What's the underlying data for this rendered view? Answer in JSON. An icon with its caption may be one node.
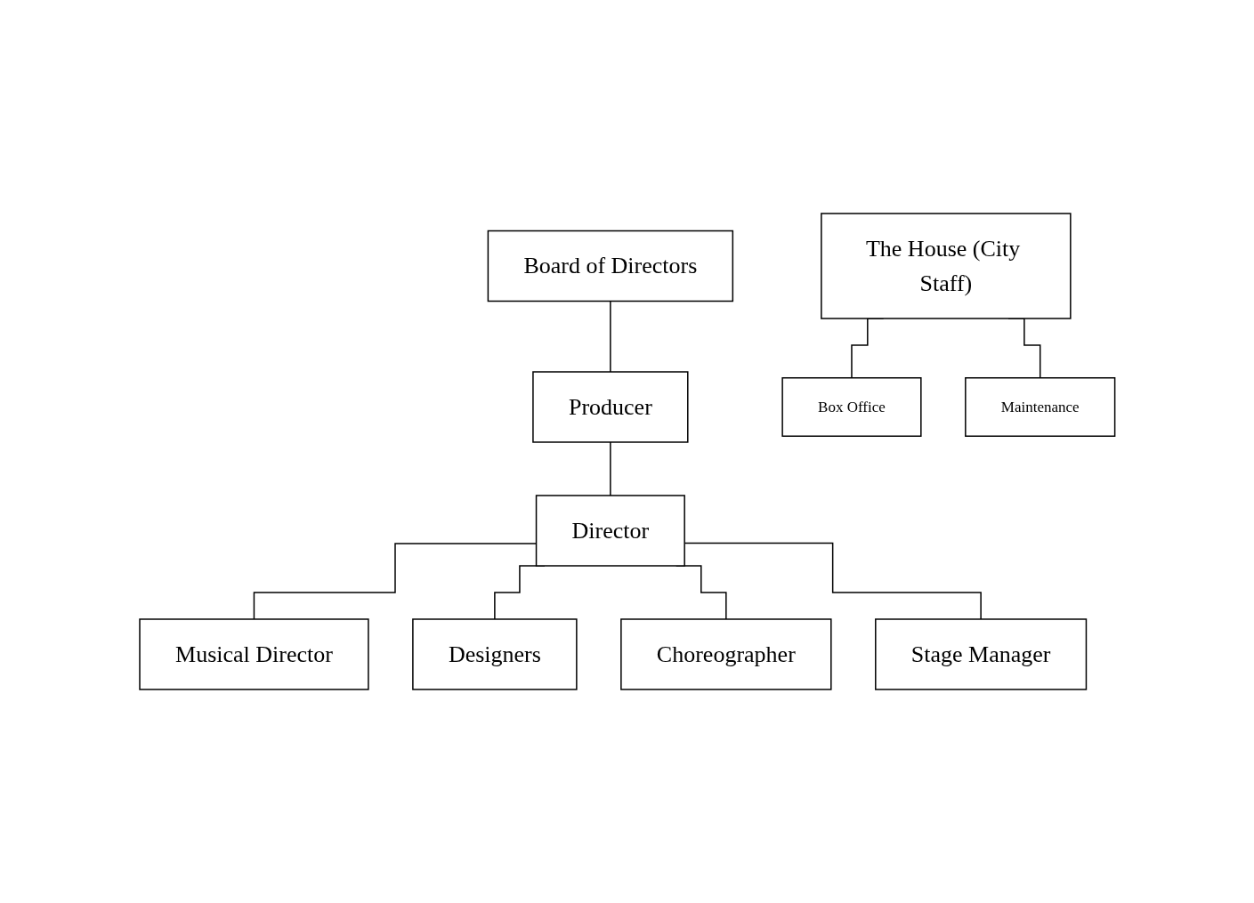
{
  "diagram": {
    "nodes": [
      {
        "text": [
          "Board of Directors"
        ]
      },
      {
        "text": [
          "The House (City Staff)"
        ]
      },
      {
        "text": [
          "Producer"
        ]
      },
      {
        "text": [
          "Director"
        ]
      },
      {
        "text": [
          "Musical Director"
        ]
      },
      {
        "text": [
          "Designers"
        ]
      },
      {
        "text": [
          "Choreographer"
        ]
      },
      {
        "text": [
          "Stage Manager"
        ]
      },
      {
        "text": [
          "Box Office"
        ]
      },
      {
        "text": [
          "Maintenance"
        ]
      }
    ],
    "edges": [
      {
        "from": 0,
        "to": 2,
        "arrow": "none"
      },
      {
        "from": 2,
        "to": 3,
        "arrow": "none"
      },
      {
        "from": 3,
        "to": 4,
        "arrow": "none"
      },
      {
        "from": 3,
        "to": 5,
        "arrow": "none"
      },
      {
        "from": 3,
        "to": 6,
        "arrow": "none"
      },
      {
        "from": 3,
        "to": 7,
        "arrow": "none"
      },
      {
        "from": 1,
        "to": 8,
        "arrow": "none"
      },
      {
        "from": 1,
        "to": 9,
        "arrow": "none"
      }
    ]
  }
}
